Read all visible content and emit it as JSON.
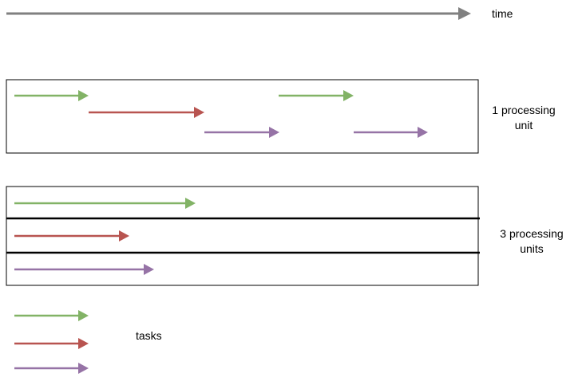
{
  "colors": {
    "green": "#82b366",
    "red": "#b85450",
    "purple": "#9673a6",
    "gray": "#808080",
    "frame": "#000000",
    "text": "#000000"
  },
  "labels": {
    "time": "time",
    "single_unit_line1": "1 processing",
    "single_unit_line2": "unit",
    "multi_units_line1": "3 processing",
    "multi_units_line2": "units",
    "tasks": "tasks"
  },
  "single_unit_schedule": [
    {
      "task": "green",
      "lane": 1,
      "order": 1
    },
    {
      "task": "red",
      "lane": 2,
      "order": 2
    },
    {
      "task": "purple",
      "lane": 3,
      "order": 3
    },
    {
      "task": "green",
      "lane": 1,
      "order": 4
    },
    {
      "task": "purple",
      "lane": 3,
      "order": 5
    }
  ],
  "multi_unit_schedule": [
    {
      "task": "green",
      "unit": 1
    },
    {
      "task": "red",
      "unit": 2
    },
    {
      "task": "purple",
      "unit": 3
    }
  ],
  "legend": [
    {
      "task": "green"
    },
    {
      "task": "red"
    },
    {
      "task": "purple"
    }
  ]
}
